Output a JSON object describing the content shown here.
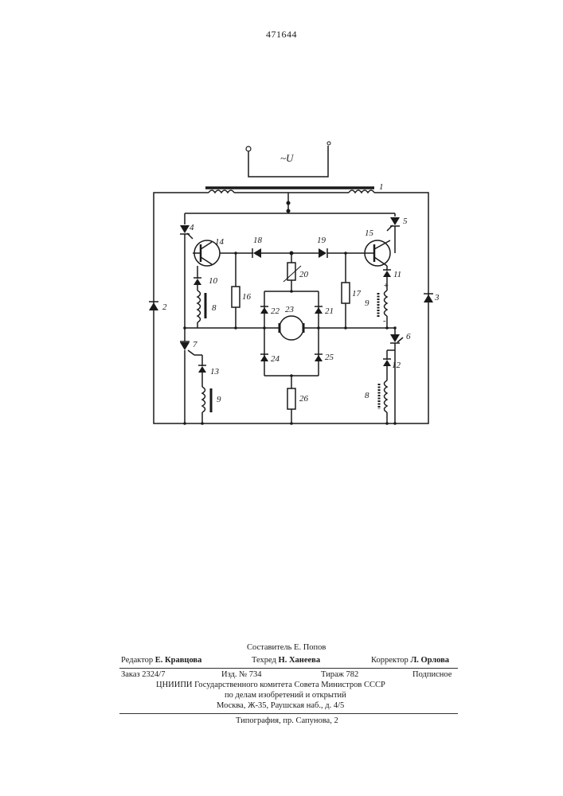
{
  "patent_number": "471644",
  "source_label": "~U",
  "component_labels": [
    "1",
    "2",
    "3",
    "4",
    "5",
    "6",
    "7",
    "8",
    "9",
    "10",
    "11",
    "12",
    "13",
    "14",
    "15",
    "16",
    "17",
    "18",
    "19",
    "20",
    "21",
    "22",
    "23",
    "24",
    "25",
    "26",
    "9",
    "8",
    "+",
    "-"
  ],
  "credits": {
    "compiler_role": "Составитель",
    "compiler_name": "Е. Попов",
    "editor_role": "Редактор",
    "editor_name": "Е. Кравцова",
    "techred_role": "Техред",
    "techred_name": "Н. Ханеева",
    "corrector_role": "Корректор",
    "corrector_name": "Л. Орлова"
  },
  "imprint": {
    "order": "Заказ 2324/7",
    "edition": "Изд. № 734",
    "copies": "Тираж 782",
    "subscription": "Подписное",
    "org": "ЦНИИПИ Государственного комитета Совета Министров СССР",
    "org_line2": "по делам изобретений и открытий",
    "address": "Москва, Ж-35, Раушская наб., д. 4/5",
    "printer": "Типография, пр. Сапунова, 2"
  }
}
